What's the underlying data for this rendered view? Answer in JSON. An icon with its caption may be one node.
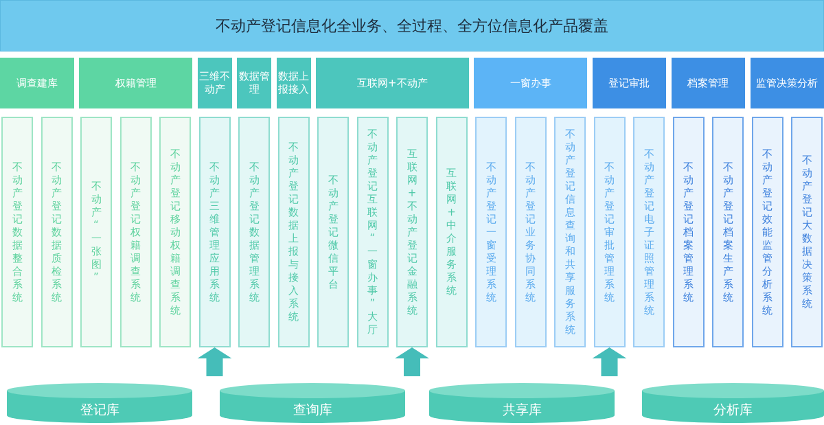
{
  "diagram": {
    "nodes": [
      {
        "text": [
          "不动产登记信息化全业务、全过程、全方位信息化产品覆盖"
        ]
      },
      {
        "text": [
          "调查建库"
        ]
      },
      {
        "text": [
          "权籍管理"
        ]
      },
      {
        "text": [
          "三维不动产"
        ]
      },
      {
        "text": [
          "数据管理"
        ]
      },
      {
        "text": [
          "数据上报接入"
        ]
      },
      {
        "text": [
          "互联网+不动产"
        ]
      },
      {
        "text": [
          "一窗办事"
        ]
      },
      {
        "text": [
          "登记审批"
        ]
      },
      {
        "text": [
          "档案管理"
        ]
      },
      {
        "text": [
          "监管决策分析"
        ]
      },
      {
        "text": [
          "不动产登记数据整合系统"
        ]
      },
      {
        "text": [
          "不动产登记数据质检系统"
        ]
      },
      {
        "text": [
          "不动产“一张图”"
        ]
      },
      {
        "text": [
          "不动产登记权籍调查系统"
        ]
      },
      {
        "text": [
          "不动产登记移动权籍调查系统"
        ]
      },
      {
        "text": [
          "不动产三维管理应用系统"
        ]
      },
      {
        "text": [
          "不动产登记数据管理系统"
        ]
      },
      {
        "text": [
          "不动产登记数据上报与接入系统"
        ]
      },
      {
        "text": [
          "不动产登记微信平台"
        ]
      },
      {
        "text": [
          "不动产登记互联网“一窗办事”大厅"
        ]
      },
      {
        "text": [
          "互联网+不动产登记金融系统"
        ]
      },
      {
        "text": [
          "互联网+中介服务系统"
        ]
      },
      {
        "text": [
          "不动产登记一窗受理系统"
        ]
      },
      {
        "text": [
          "不动产登记业务协同系统"
        ]
      },
      {
        "text": [
          "不动产登记信息查询和共享服务系统"
        ]
      },
      {
        "text": [
          "不动产登记审批管理系统"
        ]
      },
      {
        "text": [
          "不动产登记电子证照管理系统"
        ]
      },
      {
        "text": [
          "不动产登记档案管理系统"
        ]
      },
      {
        "text": [
          "不动产登记档案生产系统"
        ]
      },
      {
        "text": [
          "不动产登记效能监管分析系统"
        ]
      },
      {
        "text": [
          "不动产登记大数据决策系统"
        ]
      },
      {
        "text": [
          "登记库"
        ]
      },
      {
        "text": [
          "查询库"
        ]
      },
      {
        "text": [
          "共享库"
        ]
      },
      {
        "text": [
          "分析库"
        ]
      }
    ],
    "edges": [
      {
        "from": null,
        "to": 16,
        "arrow": "to"
      },
      {
        "from": null,
        "to": 21,
        "arrow": "to"
      },
      {
        "from": null,
        "to": 26,
        "arrow": "to"
      }
    ]
  }
}
